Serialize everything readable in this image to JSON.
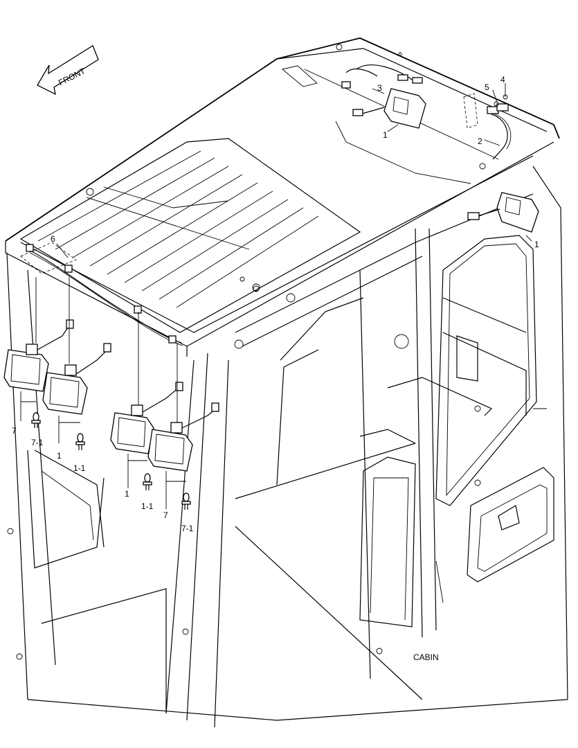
{
  "arrow_text": "FRONT",
  "caption": "CABIN",
  "callouts": {
    "c1a": "1",
    "c1b": "1",
    "c1c": "1",
    "c1d": "1",
    "c11a": "1-1",
    "c11b": "1-1",
    "c2": "2",
    "c3": "3",
    "c4": "4",
    "c5": "5",
    "c6": "6",
    "c7a": "7",
    "c7b": "7",
    "c71a": "7-1",
    "c71b": "7-1"
  }
}
